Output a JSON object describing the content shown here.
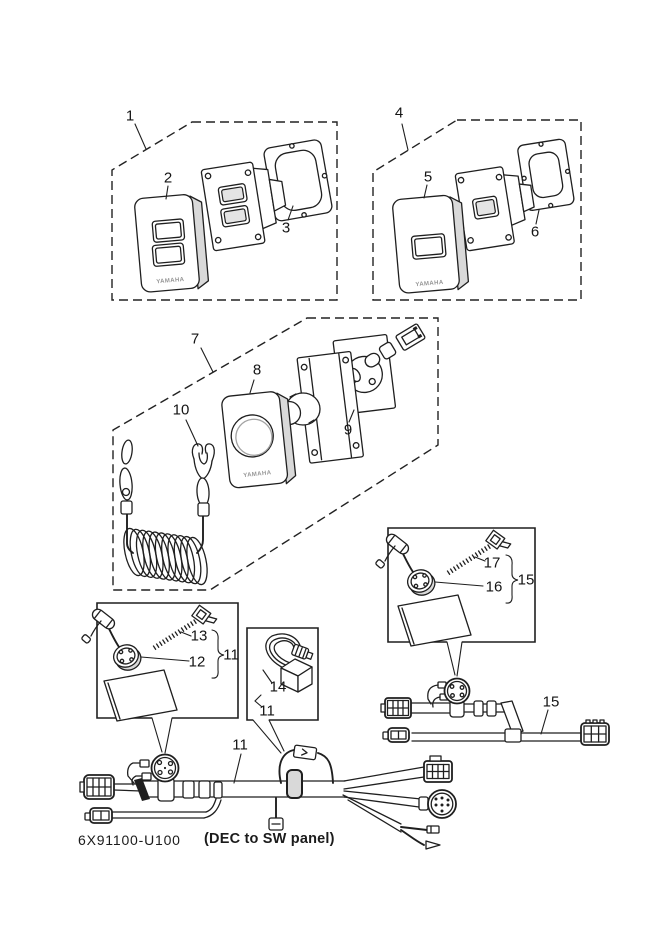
{
  "figure": {
    "part_code": "6X91100-U100",
    "caption": "(DEC to SW panel)",
    "brand_mark": "YAMAHA"
  },
  "callouts": {
    "n1": "1",
    "n2": "2",
    "n3": "3",
    "n4": "4",
    "n5": "5",
    "n6": "6",
    "n7": "7",
    "n8": "8",
    "n9": "9",
    "n10": "10",
    "n11": "11",
    "n12": "12",
    "n13": "13",
    "n14": "14",
    "n15": "15",
    "n16": "16",
    "n17": "17"
  },
  "colors": {
    "background": "#ffffff",
    "line": "#1f1f1f",
    "shade": "#d9d9d9"
  }
}
